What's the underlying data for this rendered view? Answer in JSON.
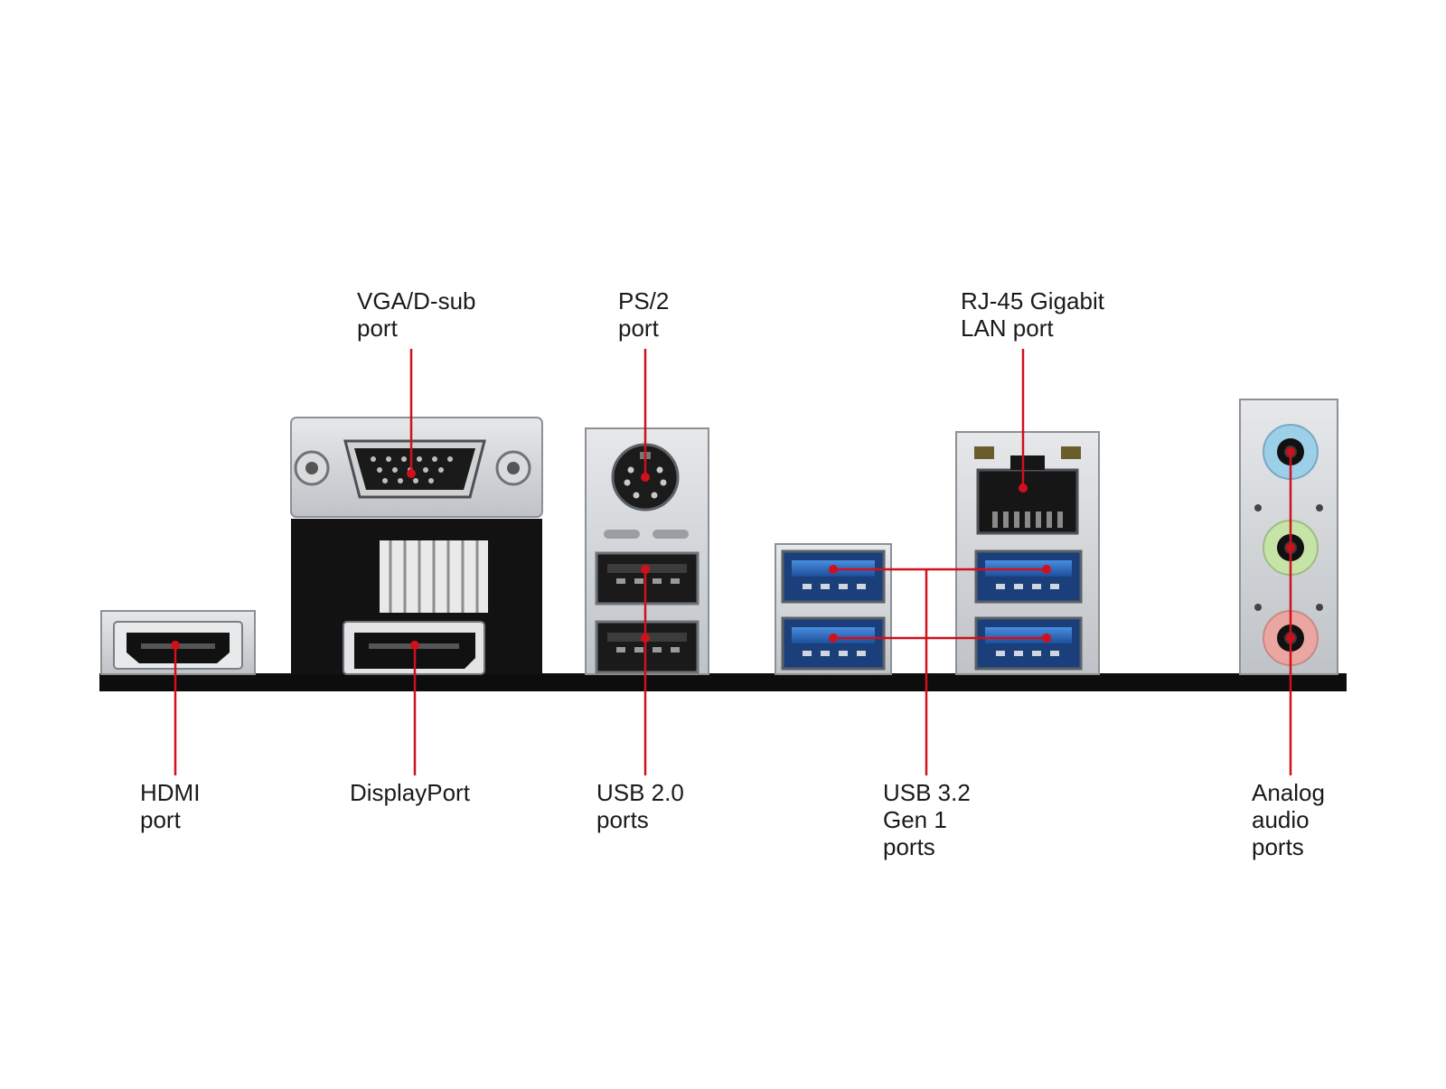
{
  "colors": {
    "leader": "#d0101c",
    "panel_silver": "#cfd2d5",
    "panel_black": "#111111",
    "usb3_blue": "#2f6fc0",
    "audio_blue": "#9ccfe8",
    "audio_green": "#c6e3a8",
    "audio_pink": "#eaa6a0"
  },
  "labels": {
    "vga": [
      "VGA/D-sub",
      "port"
    ],
    "ps2": [
      "PS/2",
      "port"
    ],
    "rj45": [
      "RJ-45 Gigabit",
      "LAN port"
    ],
    "hdmi": [
      "HDMI",
      "port"
    ],
    "displayport": [
      "DisplayPort"
    ],
    "usb20": [
      "USB 2.0",
      "ports"
    ],
    "usb32": [
      "USB 3.2",
      "Gen 1",
      "ports"
    ],
    "audio": [
      "Analog",
      "audio",
      "ports"
    ]
  },
  "ports": [
    {
      "name": "hdmi",
      "icon": "hdmi-port-icon"
    },
    {
      "name": "vga",
      "icon": "vga-port-icon"
    },
    {
      "name": "displayport",
      "icon": "displayport-icon"
    },
    {
      "name": "ps2",
      "icon": "ps2-port-icon"
    },
    {
      "name": "usb20",
      "count": 2,
      "icon": "usb2-port-icon"
    },
    {
      "name": "usb32",
      "count": 4,
      "icon": "usb3-port-icon"
    },
    {
      "name": "rj45",
      "icon": "rj45-port-icon"
    },
    {
      "name": "audio",
      "count": 3,
      "icon": "audio-jack-icon"
    }
  ]
}
